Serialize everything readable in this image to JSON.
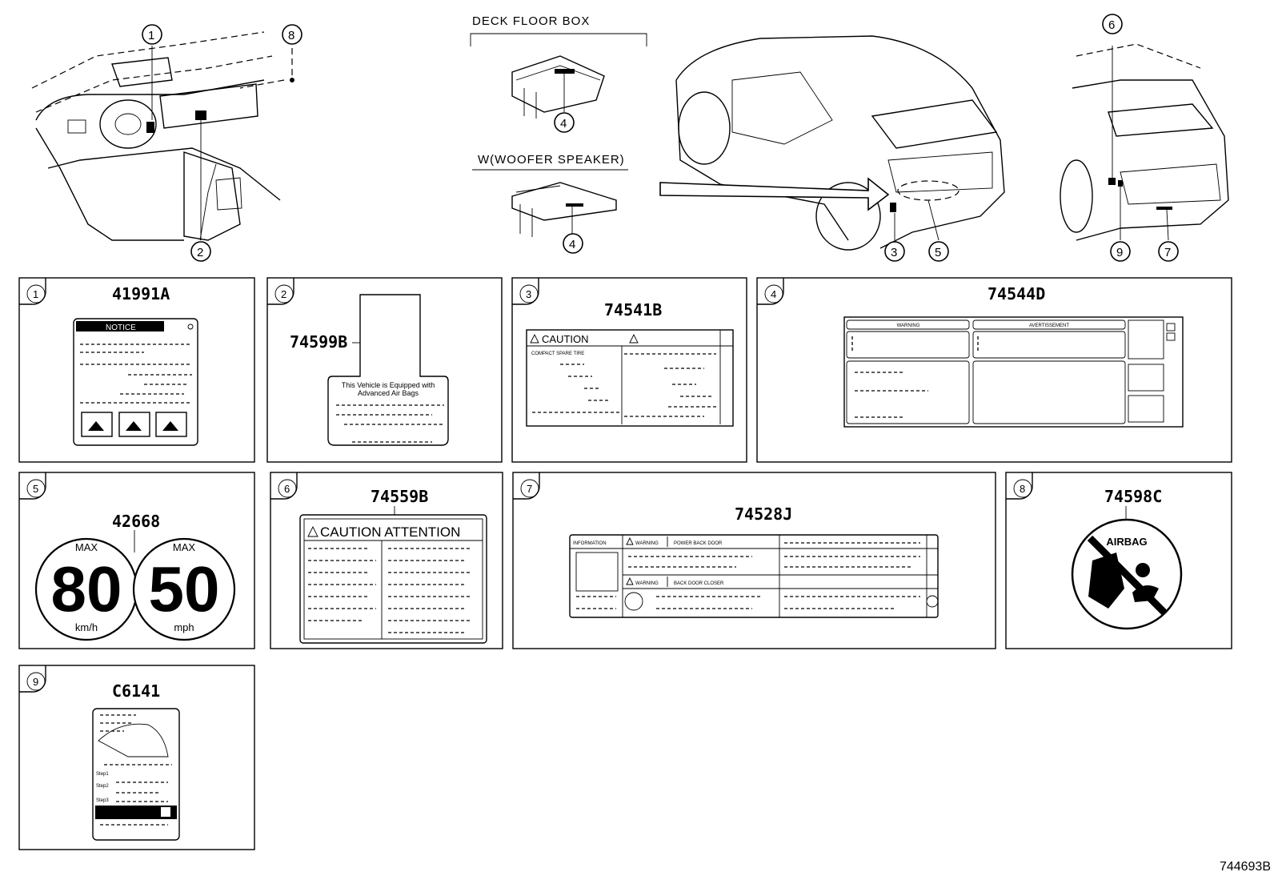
{
  "diagram": {
    "reference_code": "744693B",
    "overview": {
      "captions": {
        "deck_floor_box": "DECK FLOOR BOX",
        "woofer_speaker": "W(WOOFER SPEAKER)"
      },
      "callouts": [
        "1",
        "2",
        "3",
        "4",
        "4",
        "5",
        "6",
        "7",
        "8",
        "9"
      ]
    },
    "panels": [
      {
        "index": "1",
        "part_no": "41991A",
        "label_text": [
          "NOTICE"
        ]
      },
      {
        "index": "2",
        "part_no": "74599B",
        "label_text": [
          "This Vehicle is Equipped with",
          "Advanced Air Bags"
        ]
      },
      {
        "index": "3",
        "part_no": "74541B",
        "label_text": [
          "CAUTION",
          "COMPACT SPARE TIRE"
        ]
      },
      {
        "index": "4",
        "part_no": "74544D",
        "label_text": [
          "WARNING",
          "AVERTISSEMENT"
        ]
      },
      {
        "index": "5",
        "part_no": "42668",
        "label_text": [
          "MAX",
          "80",
          "km/h",
          "MAX",
          "50",
          "mph"
        ]
      },
      {
        "index": "6",
        "part_no": "74559B",
        "label_text": [
          "CAUTION ATTENTION"
        ]
      },
      {
        "index": "7",
        "part_no": "74528J",
        "label_text": [
          "INFORMATION",
          "WARNING",
          "POWER BACK DOOR",
          "WARNING",
          "BACK DOOR CLOSER"
        ]
      },
      {
        "index": "8",
        "part_no": "74598C",
        "label_text": [
          "AIRBAG"
        ]
      },
      {
        "index": "9",
        "part_no": "C6141",
        "label_text": [
          "Step1",
          "Step2",
          "Step3"
        ]
      }
    ]
  }
}
